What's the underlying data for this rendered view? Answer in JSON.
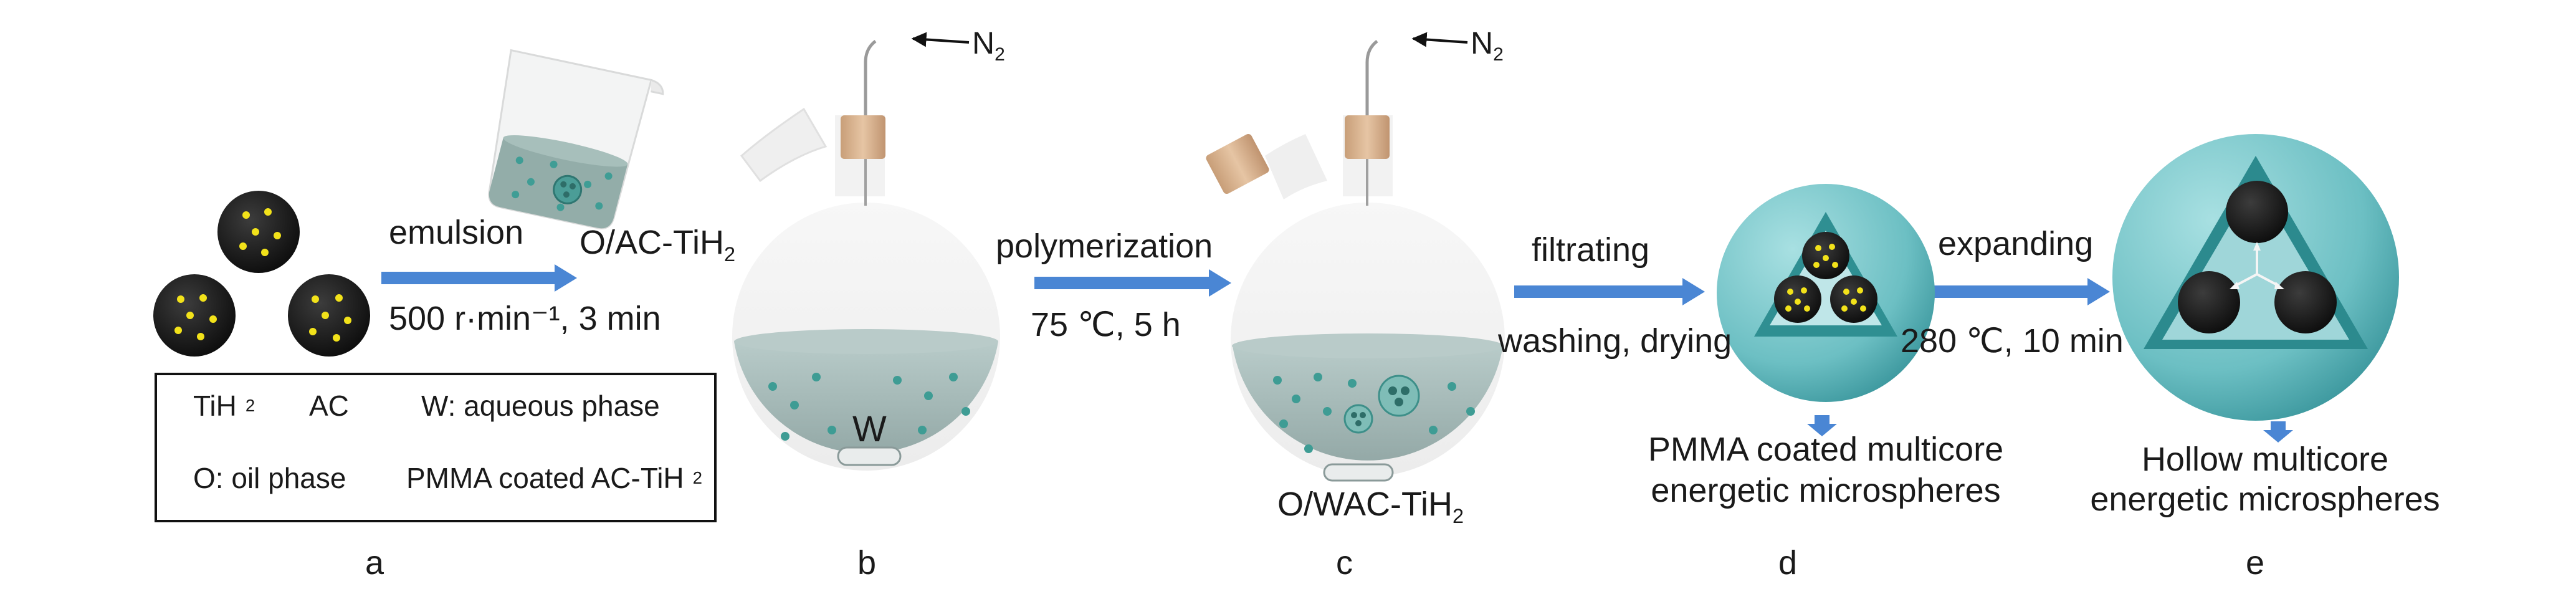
{
  "steps": [
    {
      "top": "emulsion",
      "bottom": "500 r·min⁻¹,  3  min"
    },
    {
      "top": "polymerization",
      "bottom": "75 ℃, 5 h"
    },
    {
      "top": "filtrating",
      "bottom": "washing, drying"
    },
    {
      "top": "expanding",
      "bottom": "280 ℃, 10 min"
    }
  ],
  "labels": {
    "oac": "O/AC-TiH",
    "oac_sub": "2",
    "owac": "O/WAC-TiH",
    "owac_sub": "2",
    "w": "W",
    "n2": "N",
    "n2_sub": "2",
    "d_line1": "PMMA coated multicore",
    "d_line2": "energetic microspheres",
    "e_line1": "Hollow multicore",
    "e_line2": "energetic microspheres"
  },
  "panels": [
    "a",
    "b",
    "c",
    "d",
    "e"
  ],
  "legend": [
    {
      "text": "TiH",
      "sub": "2",
      "icon": "black-dot",
      "color": "#111111"
    },
    {
      "text": "AC",
      "icon": "yellow-dot",
      "color": "#f2e21a"
    },
    {
      "text": "W: aqueous phase",
      "icon": "light-blue-dot",
      "color": "#8fd0f0"
    },
    {
      "text": "O: oil phase",
      "icon": "teal-dot",
      "color": "#1fb5ad"
    },
    {
      "text": "PMMA coated AC-TiH",
      "sub": "2",
      "icon": "pmma-cluster-icon",
      "color": "#3a8f8a"
    }
  ],
  "colors": {
    "arrow": "#4a86d4",
    "sphere": "#78c9cc",
    "sphere_dark": "#3c9ea3",
    "flask": "#f0f1f1",
    "water": "#a9bdbb",
    "stopper": "#d8b492",
    "black_particle": "#2a2a2a",
    "yellow": "#f2e21a"
  }
}
